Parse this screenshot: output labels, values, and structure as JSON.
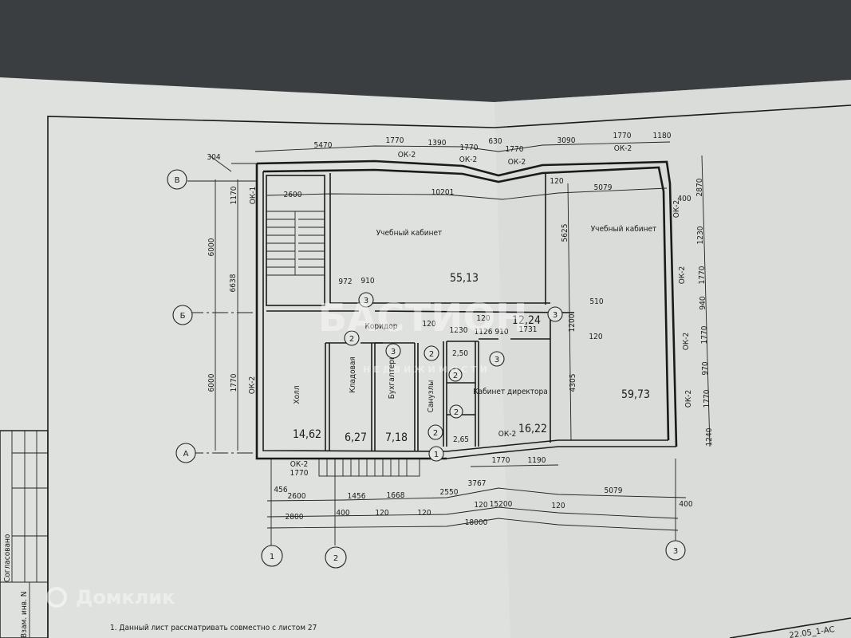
{
  "axes": {
    "rows": [
      "В",
      "Б",
      "А"
    ],
    "cols": [
      "1",
      "2",
      "3"
    ]
  },
  "rooms": [
    {
      "name": "Учебный кабинет",
      "area": "55,13"
    },
    {
      "name": "Учебный кабинет",
      "area": "59,73"
    },
    {
      "name": "Коридор",
      "area": "12,24"
    },
    {
      "name": "Холл",
      "area": "14,62"
    },
    {
      "name": "Кладовая",
      "area": "6,27"
    },
    {
      "name": "Бухгалтерия",
      "area": "7,18"
    },
    {
      "name": "Санузлы",
      "area_a": "2,50",
      "area_b": "2,65"
    },
    {
      "name": "Кабинет директора",
      "area": "16,22"
    }
  ],
  "windows": {
    "ok1": "ОК-1",
    "ok2": "ОК-2"
  },
  "dims_top": [
    "5470",
    "1770",
    "1390",
    "1770",
    "630",
    "1770",
    "3090",
    "1770",
    "1180"
  ],
  "dims_left": [
    "304",
    "1170",
    "6000",
    "6638",
    "6000",
    "1770"
  ],
  "dims_inner": [
    "2600",
    "10201",
    "120",
    "5079",
    "400",
    "2870",
    "972",
    "910",
    "5625",
    "510",
    "1200",
    "120",
    "1731",
    "120",
    "1230",
    "120",
    "1126",
    "910",
    "4305"
  ],
  "dims_right": [
    "1230",
    "1770",
    "940",
    "1770",
    "970",
    "1770",
    "1240"
  ],
  "dims_bottom": [
    "1770",
    "1770",
    "1190",
    "456",
    "2600",
    "1456",
    "1668",
    "2550",
    "3767",
    "5079",
    "400",
    "120",
    "120",
    "120",
    "15200",
    "120",
    "400",
    "2800",
    "18000"
  ],
  "door_marks": [
    "3",
    "2",
    "3",
    "2",
    "3",
    "3",
    "2",
    "2",
    "2",
    "1"
  ],
  "note": "1. Данный лист рассматривать совместно с листом 27",
  "stamp": {
    "agreed": "Согласовано",
    "replace": "Взам. инв. N"
  },
  "sheet_code": "22.05_1-АС",
  "watermarks": {
    "agency": "БАСТИОН",
    "agency_sub": "НЕДВИЖИМОСТИ",
    "portal": "Домклик"
  }
}
